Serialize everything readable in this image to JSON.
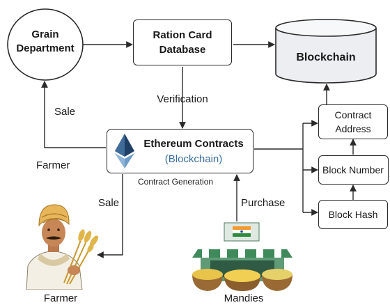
{
  "nodes": {
    "grain": {
      "line1": "Grain",
      "line2": "Department"
    },
    "ration": {
      "line1": "Ration Card",
      "line2": "Database"
    },
    "blockchain": {
      "label": "Blockchain"
    },
    "ethereum": {
      "title": "Ethereum Contracts",
      "subtitle": "(Blockchain)"
    },
    "contract_address": {
      "line1": "Contract",
      "line2": "Address"
    },
    "block_number": {
      "label": "Block Number"
    },
    "block_hash": {
      "label": "Block Hash"
    }
  },
  "edges": {
    "verification": "Verification",
    "sale_top": "Sale",
    "farmer_mid": "Farmer",
    "contract_generation": "Contract Generation",
    "sale_bottom": "Sale",
    "purchase": "Purchase"
  },
  "figures": {
    "farmer": "Farmer",
    "mandies": "Mandies"
  },
  "colors": {
    "stroke": "#2a2a2a",
    "cylinder_fill": "#eceef2",
    "subtitle": "#3b6f9e",
    "eth_dark": "#1f3f66",
    "eth_light": "#6e9cc6"
  }
}
